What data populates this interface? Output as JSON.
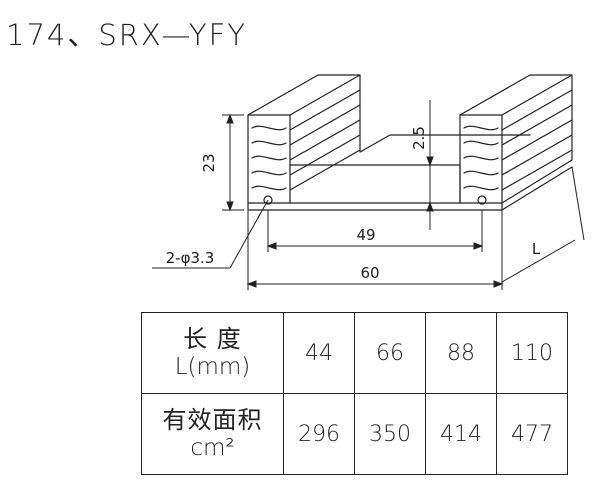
{
  "title": "174、SRX—YFY",
  "drawing": {
    "dim_height": "23",
    "dim_fin_gap": "2.5",
    "dim_inner_width": "49",
    "dim_outer_width": "60",
    "dim_length": "L",
    "hole_callout": "2-φ3.3"
  },
  "table": {
    "row1_label": "长 度",
    "row1_unit": "L(mm)",
    "row2_label": "有效面积",
    "row2_unit": "cm²",
    "lengths": [
      "44",
      "66",
      "88",
      "110"
    ],
    "areas": [
      "296",
      "350",
      "414",
      "477"
    ]
  }
}
